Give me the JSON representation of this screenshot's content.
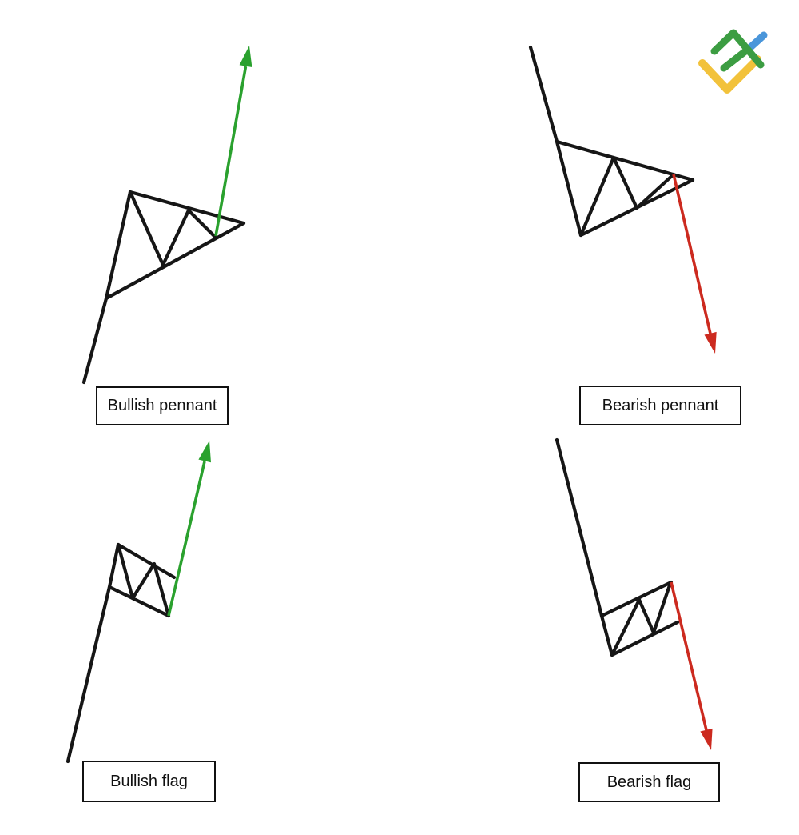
{
  "figure": {
    "background": "#ffffff"
  },
  "colors": {
    "line": "#161616",
    "bullish": "#2aa12e",
    "bearish": "#cc2a1f",
    "logo_green": "#3c9d42",
    "logo_blue": "#4a96da",
    "logo_yellow": "#f2c23b"
  },
  "patterns": [
    {
      "id": "bullish-pennant",
      "label": "Bullish pennant",
      "direction": "up"
    },
    {
      "id": "bearish-pennant",
      "label": "Bearish pennant",
      "direction": "down"
    },
    {
      "id": "bullish-flag",
      "label": "Bullish flag",
      "direction": "up"
    },
    {
      "id": "bearish-flag",
      "label": "Bearish flag",
      "direction": "down"
    }
  ]
}
